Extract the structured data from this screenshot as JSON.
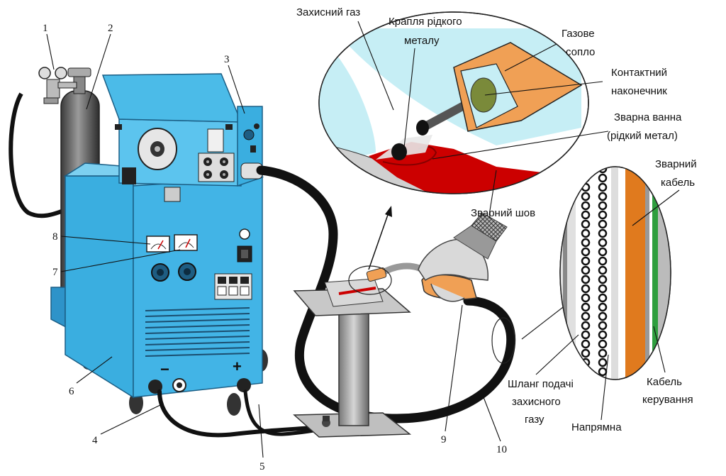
{
  "labels": {
    "shielding_gas": "Захисний газ",
    "droplet_line1": "Крапля рідкого",
    "droplet_line2": "металу",
    "nozzle_line1": "Газове",
    "nozzle_line2": "сопло",
    "tip_line1": "Контактний",
    "tip_line2": "наконечник",
    "pool_line1": "Зварна ванна",
    "pool_line2": "(рідкий метал)",
    "weld_seam": "Зварний шов",
    "cable_line1": "Зварний",
    "cable_line2": "кабель",
    "hose_line1": "Шланг подачі",
    "hose_line2": "захисного",
    "hose_line3": "газу",
    "control_line1": "Кабель",
    "control_line2": "керування",
    "guide": "Напрямна"
  },
  "numbers": {
    "n1": "1",
    "n2": "2",
    "n3": "3",
    "n4": "4",
    "n5": "5",
    "n6": "6",
    "n7": "7",
    "n8": "8",
    "n9": "9",
    "n10": "10"
  },
  "polarity": {
    "minus": "−",
    "plus": "+"
  },
  "colors": {
    "machine": "#3aaee0",
    "machine_dark": "#1f86b8",
    "gas_region": "#c6eef5",
    "nozzle": "#f0a055",
    "weld_pool": "#cc0000",
    "cable_core": "#e07a1e",
    "control_wire": "#2e9e3e",
    "cylinder": "#555555"
  }
}
